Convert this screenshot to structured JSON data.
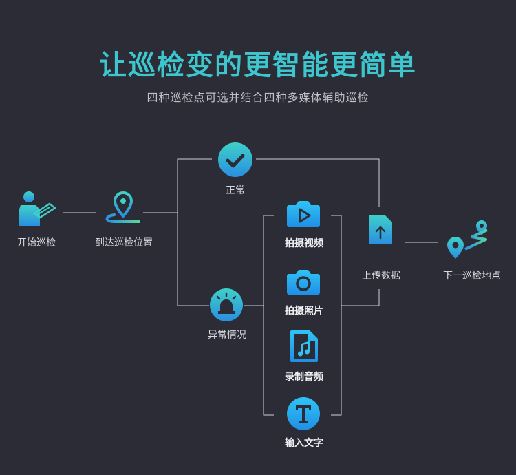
{
  "title": "让巡检变的更智能更简单",
  "subtitle": "四种巡检点可选并结合四种多媒体辅助巡检",
  "nodes": {
    "start": "开始巡检",
    "arrive": "到达巡检位置",
    "normal": "正常",
    "abnormal": "异常情况",
    "video": "拍摄视频",
    "photo": "拍摄照片",
    "audio": "录制音频",
    "text": "输入文字",
    "upload": "上传数据",
    "next": "下一巡检地点"
  },
  "colors": {
    "background": "#2b2c35",
    "accent_teal": "#3ec6cf",
    "accent_blue": "#2bb0f0",
    "accent_green": "#5bd6a0",
    "line": "#cfd1d6"
  }
}
